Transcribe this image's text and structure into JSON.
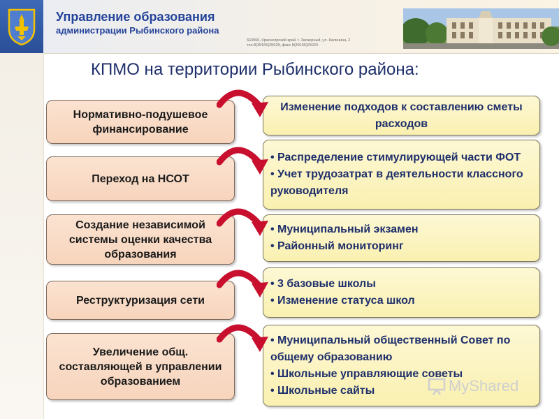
{
  "header": {
    "org_title": "Управление образования",
    "org_subtitle": "администрации Рыбинского района",
    "address_line1": "663960, Красноярский край, г. Заозерный, ул. Калинина, 2",
    "address_line2": "тел.8(39165)25028, факс 8(39165)25024"
  },
  "slide": {
    "title": "КПМО на территории Рыбинского района:",
    "rows": [
      {
        "left": "Нормативно-подушевое финансирование",
        "right_text": "Изменение подходов к составлению сметы расходов"
      },
      {
        "left": "Переход на НСОТ",
        "right_items": [
          "• Распределение стимулирующей части ФОТ",
          "• Учет трудозатрат в деятельности классного руководителя"
        ]
      },
      {
        "left": "Создание независимой системы оценки качества образования",
        "right_items": [
          "• Муниципальный экзамен",
          "• Районный мониторинг"
        ]
      },
      {
        "left": "Реструктуризация сети",
        "right_items": [
          "• 3 базовые школы",
          "• Изменение статуса школ"
        ]
      },
      {
        "left": "Увеличение общ. составляющей в управлении образованием",
        "right_items": [
          "• Муниципальный общественный Совет по общему образованию",
          "• Школьные управляющие советы",
          "• Школьные сайты"
        ]
      }
    ]
  },
  "watermark": {
    "text": "MyShared"
  },
  "colors": {
    "title_blue": "#24439a",
    "left_box_fill": "#f7d4bc",
    "right_box_fill": "#faf0b0",
    "arrow_red": "#c8102e"
  },
  "icons": {
    "emblem": "coat-of-arms-icon",
    "arrow": "curved-arrow-icon",
    "watermark": "presentation-icon"
  }
}
